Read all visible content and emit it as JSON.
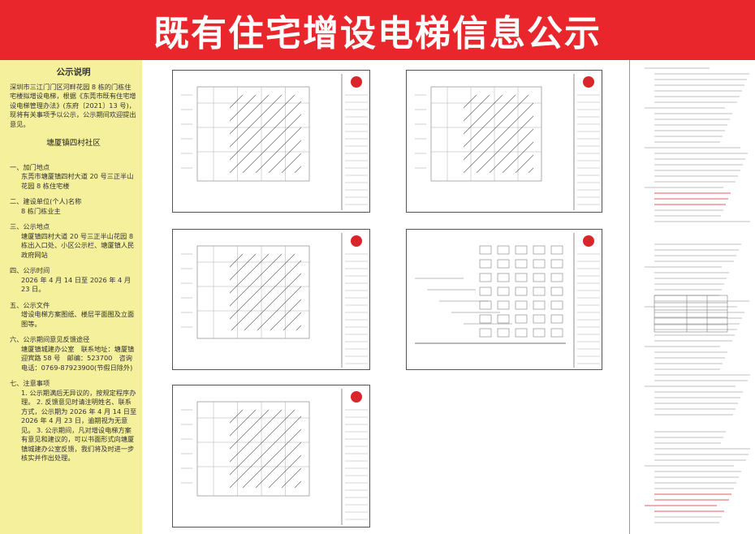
{
  "banner": {
    "title": "既有住宅增设电梯信息公示"
  },
  "sidebar": {
    "title": "公示说明",
    "intro": "深圳市三江门门区河畔花园 8 栋的门栋住宅楼拟增设电梯，根据《东莞市既有住宅增设电梯管理办法》(东府〔2021〕13 号)，现将有关事项予以公示，公示期间欢迎提出意见。",
    "community": "塘厦镇四村社区",
    "sections": [
      {
        "head": "一、加门地点",
        "body": "东莞市塘厦镇四村大道 20 号三正半山花园 8 栋住宅楼"
      },
      {
        "head": "二、建设单位(个人)名称",
        "body": "8 栋门栋业主"
      },
      {
        "head": "三、公示地点",
        "body": "塘厦镇四村大道 20 号三正半山花园 8 栋出入口处、小区公示栏、塘厦镇人民政府网站"
      },
      {
        "head": "四、公示时间",
        "body": "2026 年 4 月 14 日至 2026 年 4 月 23 日。"
      },
      {
        "head": "五、公示文件",
        "body": "增设电梯方案图纸、楼层平面图及立面图等。"
      },
      {
        "head": "六、公示期间意见反馈途径",
        "body": "塘厦镇城建办公室　联系地址：塘厦镇迎宾路 58 号　邮编：523700　咨询电话：0769-87923900(节假日除外)"
      },
      {
        "head": "七、注意事项",
        "body": "1. 公示期满后无异议的，按规定程序办理。 2. 反馈意见时请注明姓名、联系方式，公示期为 2026 年 4 月 14 日至 2026 年 4 月 23 日，逾期视为无意见。 3. 公示期间，凡对增设电梯方案有意见和建议的，可以书面形式向塘厦镇城建办公室反馈，我们将及时进一步核实并作出处理。"
      }
    ]
  },
  "colors": {
    "banner": "#e8262b",
    "sidebar": "#f5f09c",
    "hatch": "#666666",
    "stamp": "#d9262b"
  }
}
